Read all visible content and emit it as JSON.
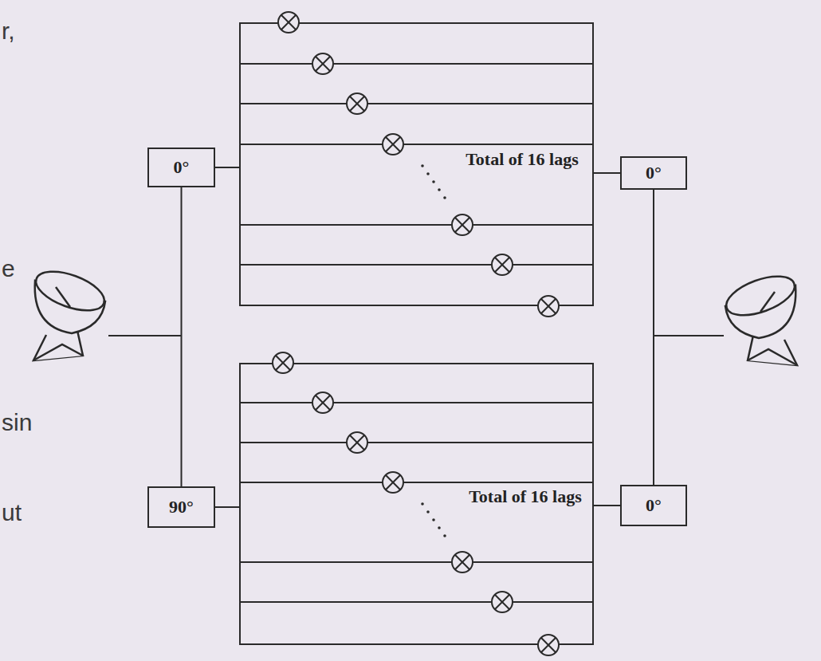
{
  "diagram": {
    "nodes": [
      {
        "text": [
          "0°"
        ]
      },
      {
        "text": [
          "Total of 16 lags"
        ]
      },
      {
        "text": [
          "0°"
        ]
      },
      {
        "text": [
          "90°"
        ]
      },
      {
        "text": [
          "Total of 16 lags"
        ]
      },
      {
        "text": [
          "0°"
        ]
      }
    ],
    "edges": [
      {
        "from": 0,
        "to": 1,
        "arrow": "none"
      },
      {
        "from": 1,
        "to": 2,
        "arrow": "none"
      },
      {
        "from": 3,
        "to": 4,
        "arrow": "none"
      },
      {
        "from": 4,
        "to": 5,
        "arrow": "none"
      },
      {
        "from": 0,
        "to": 3,
        "arrow": "none"
      },
      {
        "from": 2,
        "to": 5,
        "arrow": "none"
      }
    ],
    "labels": [
      "r,",
      "e",
      "sin",
      "ut"
    ]
  }
}
